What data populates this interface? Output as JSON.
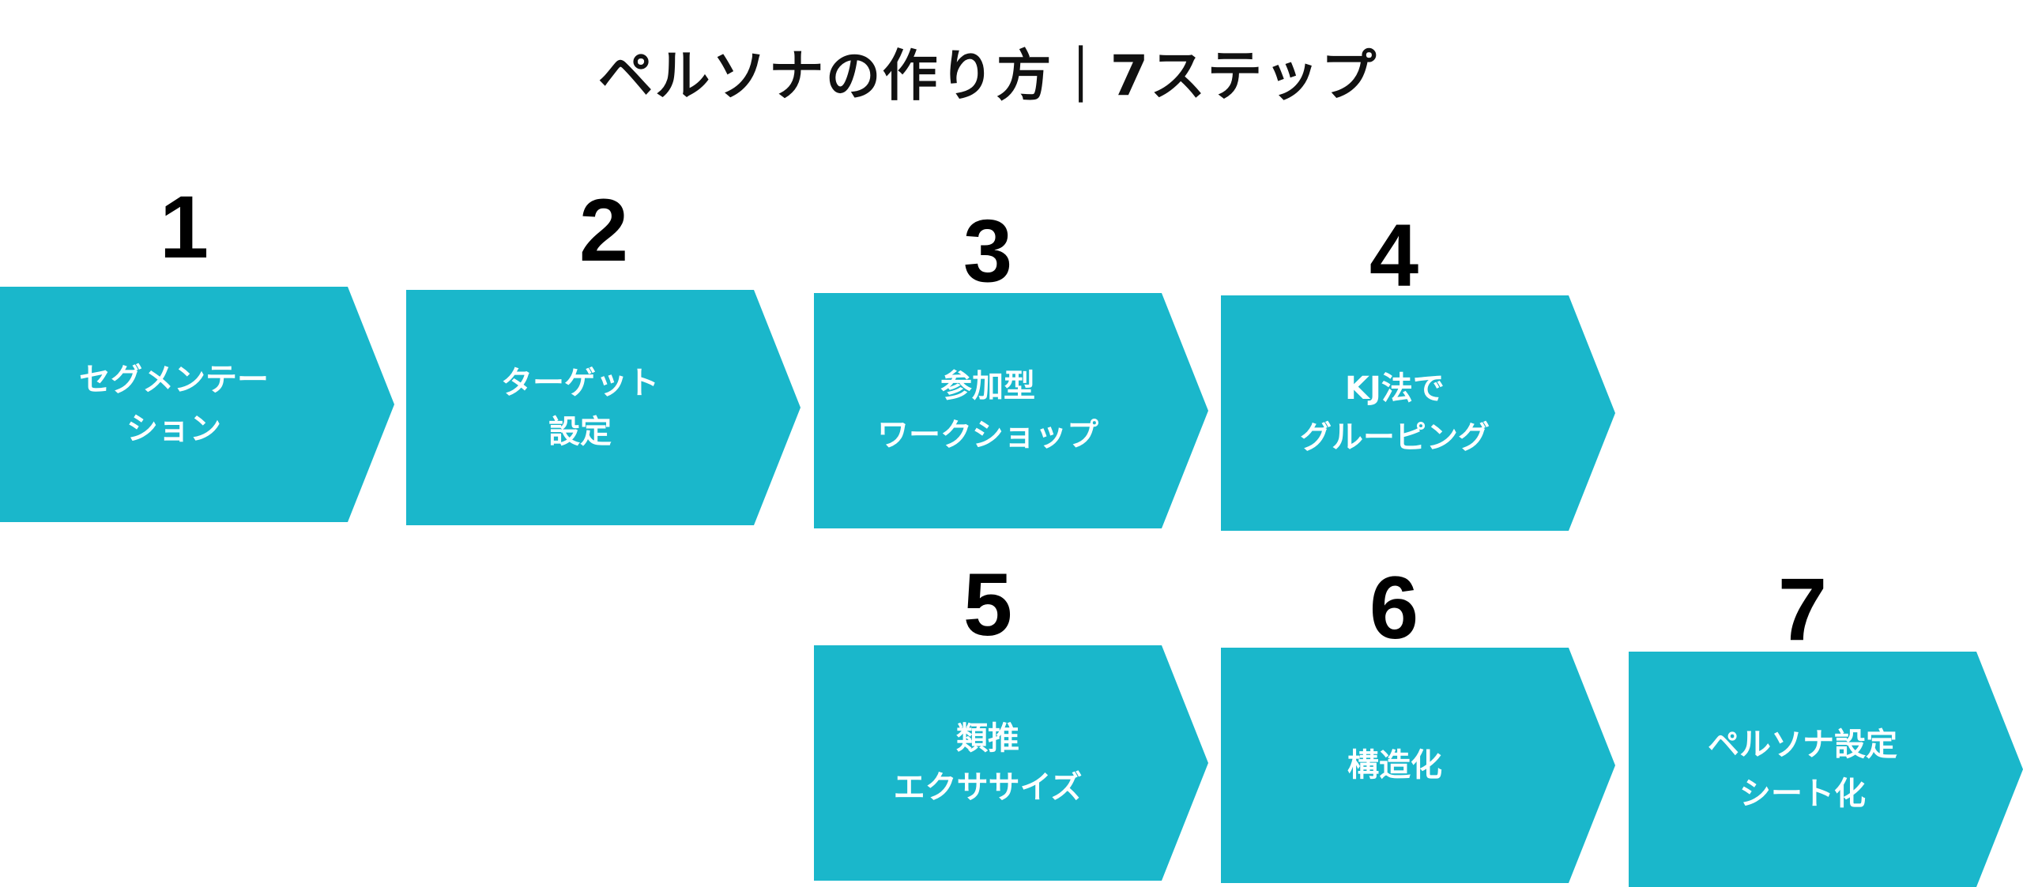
{
  "title": "ペルソナの作り方｜7ステップ",
  "accent_color": "#1AB7CB",
  "steps": [
    {
      "number": "1",
      "label": "セグメンテー\nション"
    },
    {
      "number": "2",
      "label": "ターゲット\n設定"
    },
    {
      "number": "3",
      "label": "参加型\nワークショップ"
    },
    {
      "number": "4",
      "label": "KJ法で\nグルーピング"
    },
    {
      "number": "5",
      "label": "類推\nエクササイズ"
    },
    {
      "number": "6",
      "label": "構造化"
    },
    {
      "number": "7",
      "label": "ペルソナ設定\nシート化"
    }
  ]
}
